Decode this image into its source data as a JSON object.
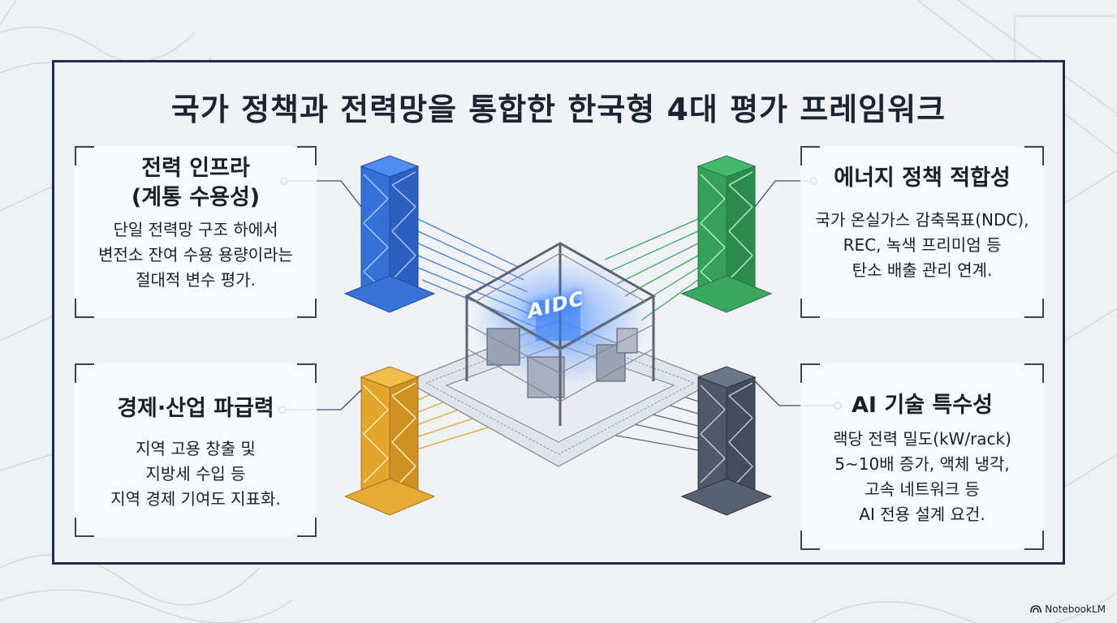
{
  "title": "국가 정책과 전력망을 통합한 한국형 4대 평가 프레임워크",
  "center_label": "AIDC",
  "brand": "NotebookLM",
  "colors": {
    "frame": "#1f2d4e",
    "pillar_infra": "#2f6cd8",
    "pillar_energy": "#2ea05a",
    "pillar_economy": "#e3a52a",
    "pillar_ai": "#4a5566"
  },
  "cards": {
    "infra": {
      "title_lines": [
        "전력 인프라",
        "(계통 수용성)"
      ],
      "body_lines": [
        "단일 전력망 구조 하에서",
        "변전소 잔여 수용 용량이라는",
        "절대적 변수 평가."
      ]
    },
    "energy": {
      "title_lines": [
        "에너지 정책 적합성"
      ],
      "body_lines": [
        "국가 온실가스 감축목표(NDC),",
        "REC, 녹색 프리미엄 등",
        "탄소 배출 관리 연계."
      ]
    },
    "economy": {
      "title_lines": [
        "경제·산업 파급력"
      ],
      "body_lines": [
        "지역 고용 창출 및",
        "지방세 수입 등",
        "지역 경제 기여도 지표화."
      ]
    },
    "ai": {
      "title_lines": [
        "AI 기술 특수성"
      ],
      "body_lines": [
        "랙당 전력 밀도(kW/rack)",
        "5~10배 증가, 액체 냉각,",
        "고속 네트워크 등",
        "AI 전용 설계 요건."
      ]
    }
  }
}
